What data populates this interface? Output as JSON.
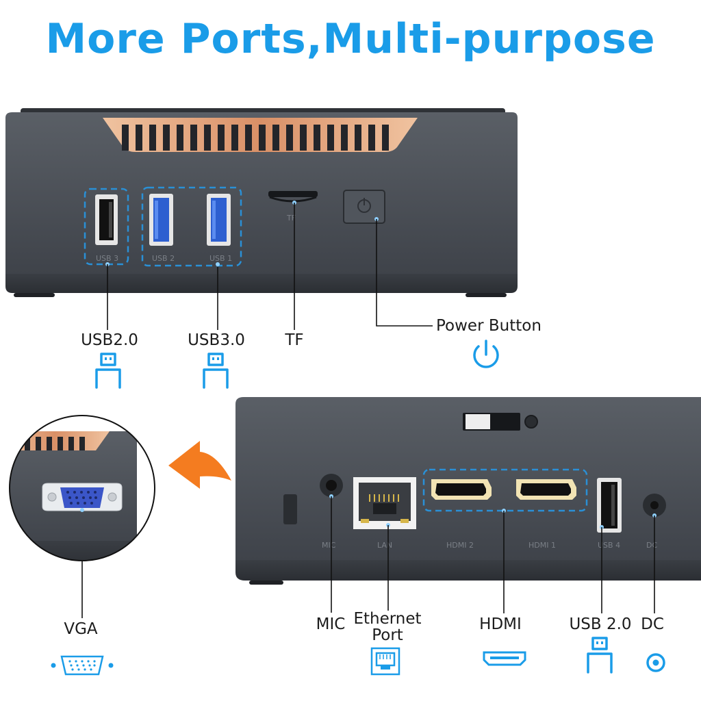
{
  "headline": "More Ports,Multi-purpose",
  "colors": {
    "accent": "#1a9ce8",
    "device": "#4b5057",
    "arrow": "#f47c20",
    "copper": "#e0a27a"
  },
  "front_panel": {
    "ports": [
      {
        "label": "USB2.0",
        "icon": "usb-icon",
        "engraved": "USB 3"
      },
      {
        "label": "USB3.0",
        "icon": "usb-icon",
        "engraved": "USB 2  USB 1"
      },
      {
        "label": "TF",
        "icon": "",
        "engraved": "TF"
      },
      {
        "label": "Power Button",
        "icon": "power-icon",
        "engraved": ""
      }
    ]
  },
  "back_panel": {
    "vga": {
      "label": "VGA",
      "icon": "vga-icon"
    },
    "ports": [
      {
        "label": "MIC",
        "icon": "",
        "engraved": "MIC"
      },
      {
        "label": "Ethernet\nPort",
        "icon": "ethernet-icon",
        "engraved": "LAN"
      },
      {
        "label": "HDMI",
        "icon": "hdmi-icon",
        "engraved": "HDMI 2  HDMI 1"
      },
      {
        "label": "USB 2.0",
        "icon": "usb-icon",
        "engraved": "USB 4"
      },
      {
        "label": "DC",
        "icon": "dc-icon",
        "engraved": "DC"
      }
    ]
  }
}
